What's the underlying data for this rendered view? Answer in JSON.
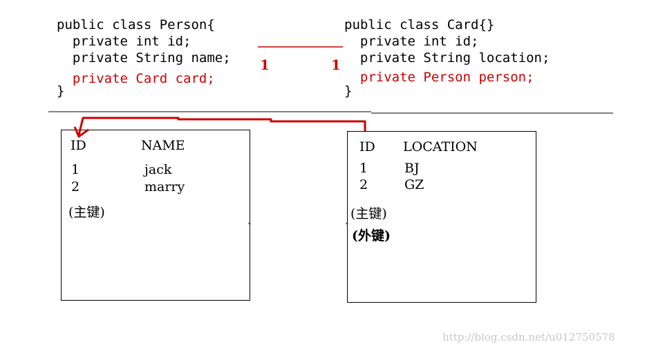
{
  "person_class": {
    "line1": "public class Person{",
    "line2": "  private int id;",
    "line3": "  private String name;",
    "line4": "  private Card card;",
    "line5": "}"
  },
  "card_class": {
    "line1": "public class Card{}",
    "line2": "  private int id;",
    "line3": "  private String location;",
    "line4": "  private Person person;",
    "line5": "}"
  },
  "relation": {
    "left_multiplicity": "1",
    "right_multiplicity": "1"
  },
  "person_table": {
    "header_id": "ID",
    "header_name": "NAME",
    "rows": [
      {
        "id": "1",
        "name": "jack"
      },
      {
        "id": "2",
        "name": "marry"
      }
    ],
    "key_note": "(主键)"
  },
  "card_table": {
    "header_id": "ID",
    "header_location": "LOCATION",
    "rows": [
      {
        "id": "1",
        "location": "BJ"
      },
      {
        "id": "2",
        "location": "GZ"
      }
    ],
    "primary_key_note": "(主键)",
    "foreign_key_note": "(外键)"
  },
  "watermark": "http://blog.csdn.net/u012750578",
  "colors": {
    "highlight": "#cc0000",
    "text": "#000000",
    "watermark": "#c8c8c8"
  }
}
